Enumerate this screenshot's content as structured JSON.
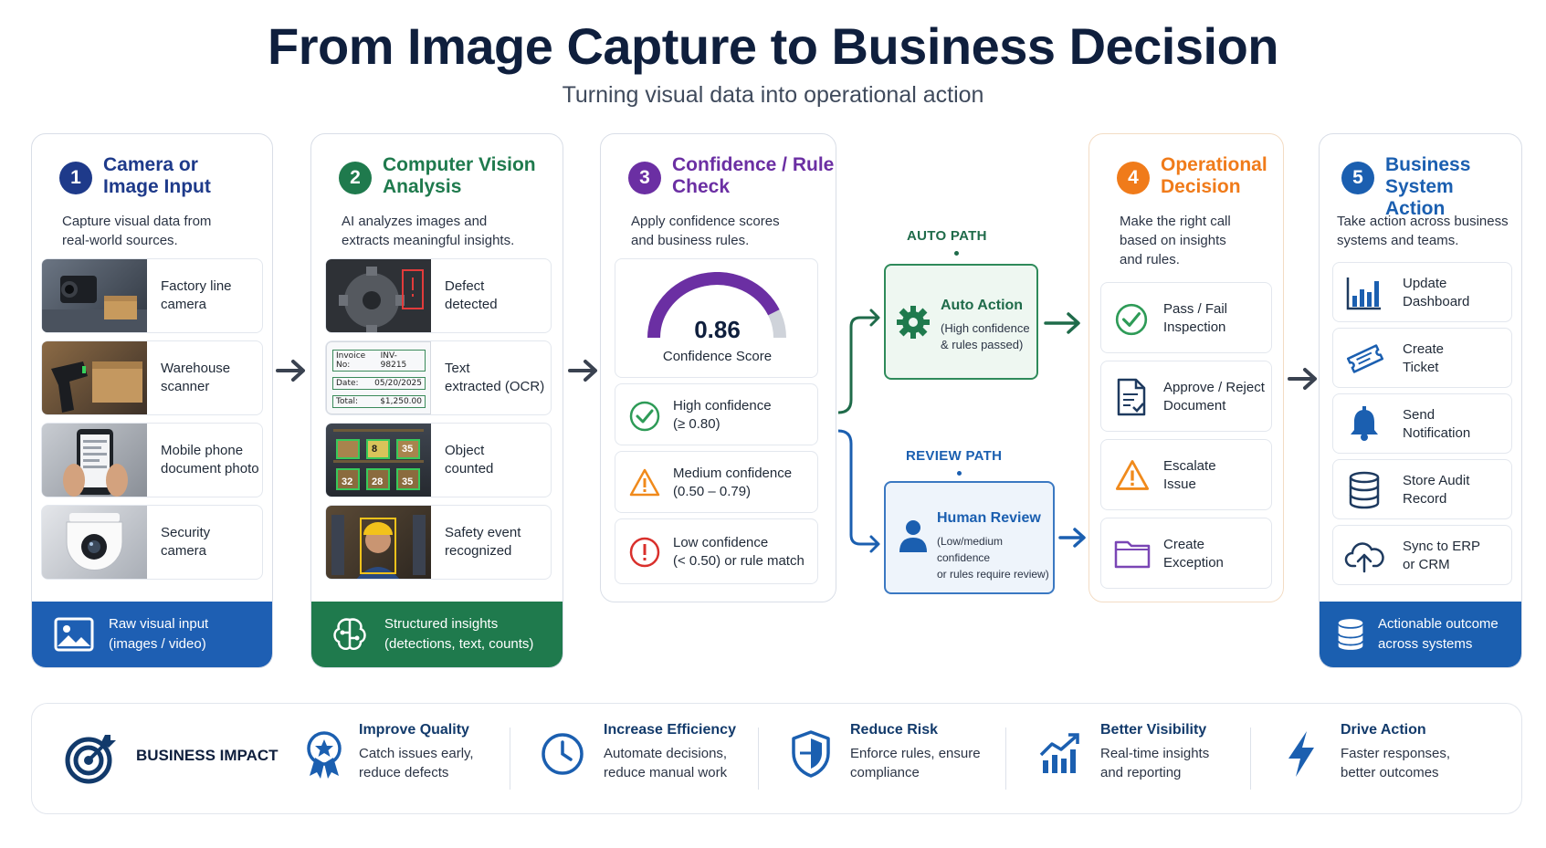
{
  "header": {
    "title": "From Image Capture to Business Decision",
    "subtitle": "Turning visual data into operational action"
  },
  "colors": {
    "blue": "#1e3a8a",
    "green": "#1f7a4d",
    "purple": "#6b2fa3",
    "orange": "#f07b1a",
    "blue5": "#1b5fb0",
    "dark": "#123a6b"
  },
  "step1": {
    "num": "1",
    "title": "Camera or\nImage Input",
    "desc": "Capture visual data from\nreal-world sources.",
    "items": [
      {
        "label": "Factory line\ncamera"
      },
      {
        "label": "Warehouse\nscanner"
      },
      {
        "label": "Mobile phone\ndocument photo"
      },
      {
        "label": "Security\ncamera"
      }
    ],
    "banner": "Raw visual input\n(images / video)"
  },
  "step2": {
    "num": "2",
    "title": "Computer Vision\nAnalysis",
    "desc": "AI  analyzes images and\nextracts meaningful insights.",
    "items": [
      {
        "label": "Defect\ndetected"
      },
      {
        "label": "Text\nextracted (OCR)"
      },
      {
        "label": "Object\ncounted"
      },
      {
        "label": "Safety event\nrecognized"
      }
    ],
    "ocr": {
      "r1k": "Invoice No:",
      "r1v": "INV-98215",
      "r2k": "Date:",
      "r2v": "05/20/2025",
      "r3k": "Total:",
      "r3v": "$1,250.00"
    },
    "counts": [
      "8",
      "35",
      "32",
      "28",
      "35"
    ],
    "banner": "Structured insights\n(detections, text, counts)"
  },
  "step3": {
    "num": "3",
    "title": "Confidence / Rule\nCheck",
    "desc": "Apply confidence scores\nand business rules.",
    "gauge": {
      "value": "0.86",
      "label": "Confidence Score",
      "level": 0.86
    },
    "levels": [
      {
        "label": "High confidence\n(≥ 0.80)"
      },
      {
        "label": "Medium confidence\n(0.50 – 0.79)"
      },
      {
        "label": "Low confidence\n(< 0.50) or rule match"
      }
    ]
  },
  "paths": {
    "auto_label": "AUTO PATH",
    "auto_title": "Auto Action",
    "auto_sub": "(High confidence\n& rules passed)",
    "review_label": "REVIEW PATH",
    "review_title": "Human Review",
    "review_sub": "(Low/medium confidence\nor rules require review)"
  },
  "step4": {
    "num": "4",
    "title": "Operational\nDecision",
    "desc": "Make the right call\nbased on insights\nand rules.",
    "items": [
      {
        "label": "Pass / Fail\nInspection"
      },
      {
        "label": "Approve / Reject\nDocument"
      },
      {
        "label": "Escalate\nIssue"
      },
      {
        "label": "Create\nException"
      }
    ]
  },
  "step5": {
    "num": "5",
    "title": "Business System\nAction",
    "desc": "Take action across business\nsystems and teams.",
    "items": [
      {
        "label": "Update\nDashboard"
      },
      {
        "label": "Create\nTicket"
      },
      {
        "label": "Send\nNotification"
      },
      {
        "label": "Store Audit\nRecord"
      },
      {
        "label": "Sync to ERP\nor CRM"
      }
    ],
    "banner": "Actionable outcome\nacross systems"
  },
  "impact": {
    "heading": "BUSINESS IMPACT",
    "items": [
      {
        "title": "Improve Quality",
        "text": "Catch issues early,\nreduce defects"
      },
      {
        "title": "Increase Efficiency",
        "text": "Automate decisions,\nreduce manual work"
      },
      {
        "title": "Reduce Risk",
        "text": "Enforce rules, ensure\ncompliance"
      },
      {
        "title": "Better Visibility",
        "text": "Real-time insights\nand reporting"
      },
      {
        "title": "Drive Action",
        "text": "Faster responses,\nbetter outcomes"
      }
    ]
  }
}
